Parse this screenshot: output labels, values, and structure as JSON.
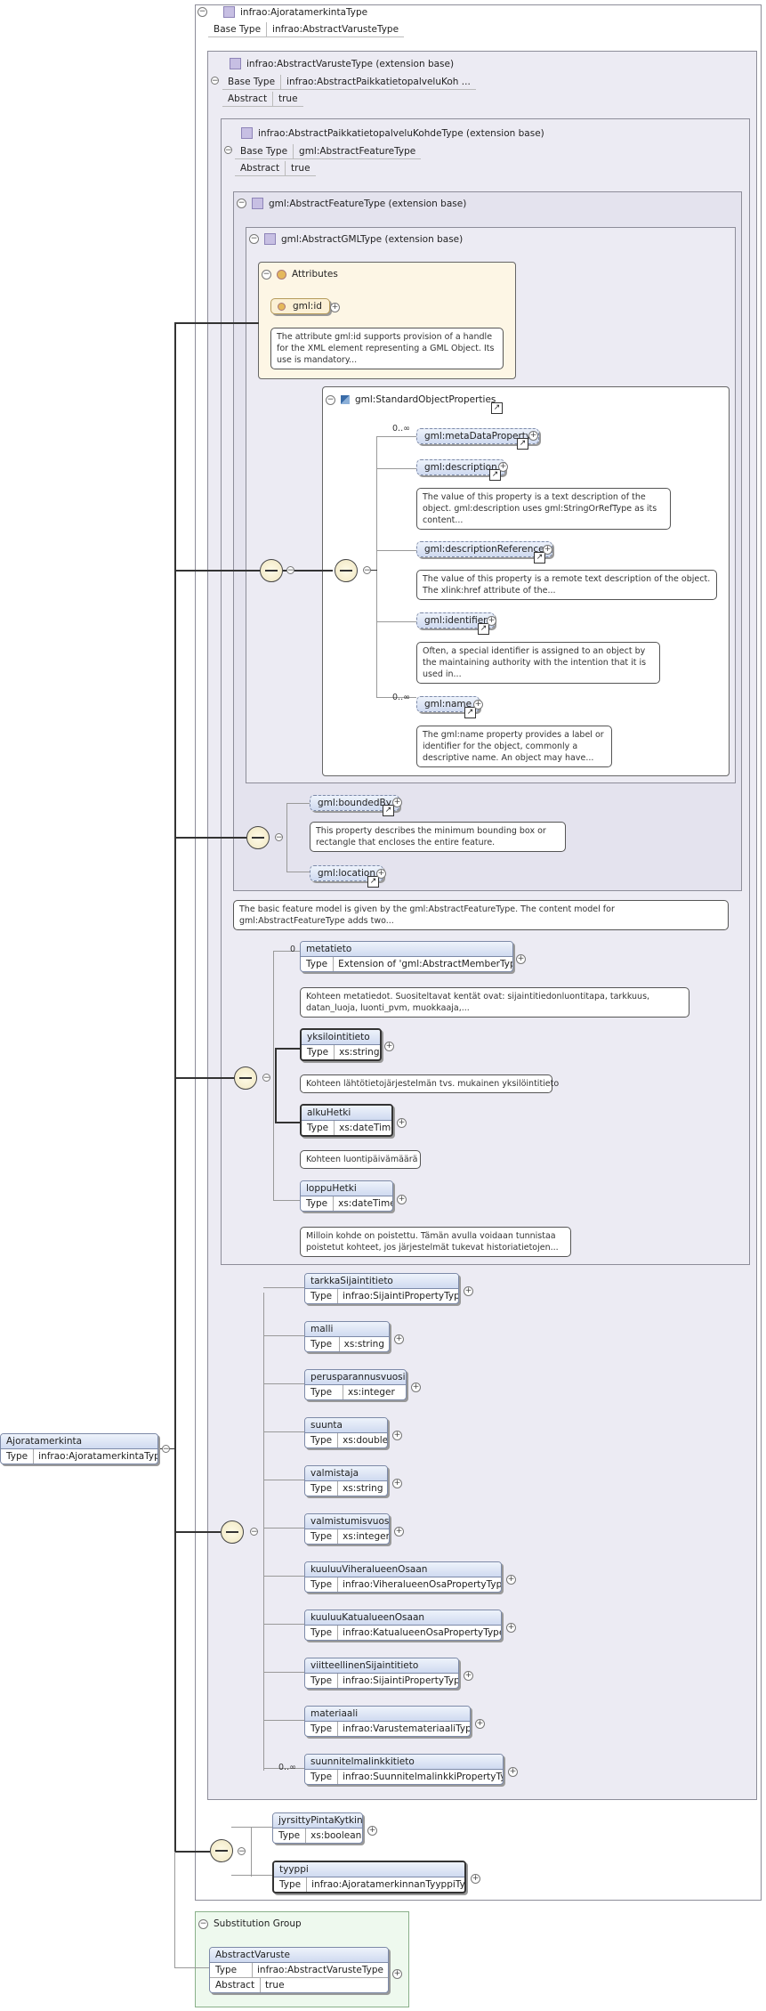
{
  "root": {
    "name": "Ajoratamerkinta",
    "type_label": "Type",
    "type_value": "infrao:AjoratamerkintaType"
  },
  "type_box": {
    "title": "infrao:AjoratamerkintaType",
    "base_label": "Base Type",
    "base_value": "infrao:AbstractVarusteType"
  },
  "abstract_varuste": {
    "title": "infrao:AbstractVarusteType (extension base)",
    "base_label": "Base Type",
    "base_value": "infrao:AbstractPaikkatietopalveluKoh ...",
    "abstract_label": "Abstract",
    "abstract_value": "true"
  },
  "abstract_paikka": {
    "title": "infrao:AbstractPaikkatietopalveluKohdeType (extension base)",
    "base_label": "Base Type",
    "base_value": "gml:AbstractFeatureType",
    "abstract_label": "Abstract",
    "abstract_value": "true"
  },
  "abstract_feature": {
    "title": "gml:AbstractFeatureType (extension base)"
  },
  "abstract_gml": {
    "title": "gml:AbstractGMLType (extension base)"
  },
  "attributes": {
    "title": "Attributes",
    "id_name": "gml:id",
    "id_note": "The attribute gml:id supports provision of a handle for the XML element representing a GML Object. Its use is mandatory..."
  },
  "std_props": {
    "title": "gml:StandardObjectProperties",
    "meta_occ": "0..∞",
    "meta": "gml:metaDataProperty",
    "desc": "gml:description",
    "desc_note": "The value of this property is a text description of the object. gml:description uses gml:StringOrRefType as its content...",
    "descref": "gml:descriptionReference",
    "descref_note": "The value of this property is a remote text description of the object. The xlink:href attribute of the...",
    "ident": "gml:identifier",
    "ident_note": "Often, a special identifier is assigned to an object by the maintaining authority with the intention that it is used in...",
    "name_occ": "0..∞",
    "name": "gml:name",
    "name_note": "The gml:name property provides a label or identifier for the object, commonly a descriptive name. An object may have..."
  },
  "bounded": {
    "name": "gml:boundedBy",
    "note": "This property describes the minimum bounding box or rectangle that encloses the entire feature.",
    "location": "gml:location"
  },
  "feature_note": "The basic feature model is given by the gml:AbstractFeatureType. The content model for gml:AbstractFeatureType adds two...",
  "metatieto": {
    "occ": "0",
    "name": "metatieto",
    "type_label": "Type",
    "type_value": "Extension of 'gml:AbstractMemberType'",
    "note": "Kohteen metatiedot. Suositeltavat kentät ovat: sijaintitiedonluontitapa, tarkkuus, datan_luoja, luonti_pvm, muokkaaja,..."
  },
  "yksilointitieto": {
    "name": "yksilointitieto",
    "type_label": "Type",
    "type_value": "xs:string",
    "note": "Kohteen lähtötietojärjestelmän tvs. mukainen yksilöintitieto"
  },
  "alkuHetki": {
    "name": "alkuHetki",
    "type_label": "Type",
    "type_value": "xs:dateTime",
    "note": "Kohteen luontipäivämäärä"
  },
  "loppuHetki": {
    "name": "loppuHetki",
    "type_label": "Type",
    "type_value": "xs:dateTime",
    "note": "Milloin kohde on poistettu. Tämän avulla voidaan tunnistaa poistetut kohteet, jos järjestelmät tukevat historiatietojen..."
  },
  "varuste_elements": [
    {
      "name": "tarkkaSijaintitieto",
      "type_label": "Type",
      "type_value": "infrao:SijaintiPropertyType"
    },
    {
      "name": "malli",
      "type_label": "Type",
      "type_value": "xs:string"
    },
    {
      "name": "perusparannusvuosi",
      "type_label": "Type",
      "type_value": "xs:integer"
    },
    {
      "name": "suunta",
      "type_label": "Type",
      "type_value": "xs:double"
    },
    {
      "name": "valmistaja",
      "type_label": "Type",
      "type_value": "xs:string"
    },
    {
      "name": "valmistumisvuosi",
      "type_label": "Type",
      "type_value": "xs:integer"
    },
    {
      "name": "kuuluuViheralueenOsaan",
      "type_label": "Type",
      "type_value": "infrao:ViheralueenOsaPropertyType"
    },
    {
      "name": "kuuluuKatualueenOsaan",
      "type_label": "Type",
      "type_value": "infrao:KatualueenOsaPropertyType"
    },
    {
      "name": "viitteellinenSijaintitieto",
      "type_label": "Type",
      "type_value": "infrao:SijaintiPropertyType"
    },
    {
      "name": "materiaali",
      "type_label": "Type",
      "type_value": "infrao:VarustemateriaaliType"
    },
    {
      "name": "suunnitelmalinkkitieto",
      "type_label": "Type",
      "type_value": "infrao:SuunnitelmalinkkiPropertyType",
      "occ": "0..∞"
    }
  ],
  "own_elements": [
    {
      "name": "jyrsittyPintaKytkin",
      "type_label": "Type",
      "type_value": "xs:boolean"
    },
    {
      "name": "tyyppi",
      "type_label": "Type",
      "type_value": "infrao:AjoratamerkinnanTyyppiType"
    }
  ],
  "subst": {
    "title": "Substitution Group",
    "name": "AbstractVaruste",
    "type_label": "Type",
    "type_value": "infrao:AbstractVarusteType",
    "abstract_label": "Abstract",
    "abstract_value": "true"
  }
}
